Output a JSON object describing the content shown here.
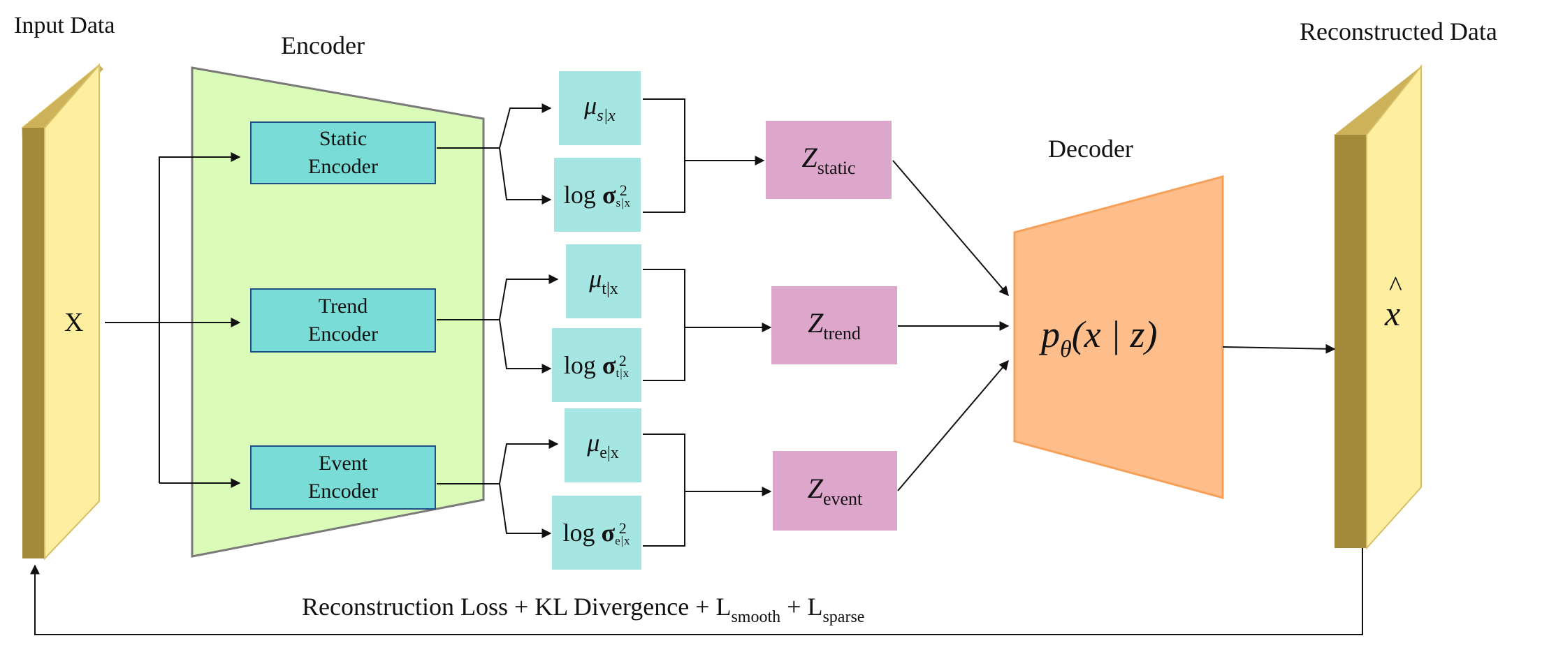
{
  "input": {
    "title": "Input Data",
    "symbol": "X"
  },
  "encoder": {
    "title": "Encoder",
    "blocks": [
      {
        "line1": "Static",
        "line2": "Encoder"
      },
      {
        "line1": "Trend",
        "line2": "Encoder"
      },
      {
        "line1": "Event",
        "line2": "Encoder"
      }
    ]
  },
  "latents": [
    {
      "mu": "μ",
      "mu_sub": "s|x",
      "log": "log",
      "sigma": "σ",
      "sigma_sup": "2",
      "sigma_sub": "s|x"
    },
    {
      "mu": "μ",
      "mu_sub": "t|x",
      "log": "log",
      "sigma": "σ",
      "sigma_sup": "2",
      "sigma_sub": "t|x"
    },
    {
      "mu": "μ",
      "mu_sub": "e|x",
      "log": "log",
      "sigma": "σ",
      "sigma_sup": "2",
      "sigma_sub": "e|x"
    }
  ],
  "z": [
    {
      "sym": "Z",
      "sub": "static"
    },
    {
      "sym": "Z",
      "sub": "trend"
    },
    {
      "sym": "Z",
      "sub": "event"
    }
  ],
  "decoder": {
    "title": "Decoder",
    "p": "p",
    "theta": "θ",
    "expr": "(x | z)"
  },
  "output": {
    "title": "Reconstructed Data",
    "symbol": "x",
    "hat": "^"
  },
  "loss": {
    "part1": "Reconstruction Loss + KL Divergence + L",
    "sub1": "smooth",
    "part2": " + L",
    "sub2": "sparse"
  }
}
